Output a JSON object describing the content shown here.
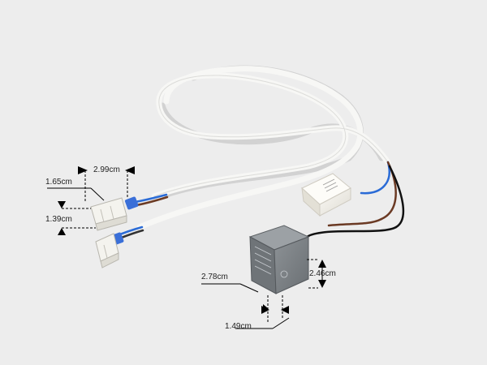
{
  "product": {
    "photo_subject": "wiring-harness-with-connectors-and-modules",
    "background_color": "#ededed",
    "cable_color": "#f7f7f5",
    "module_large_color": "#7a7f83",
    "module_small_color": "#f2f0ea"
  },
  "dimensions": {
    "connector_length": "2.99cm",
    "connector_width": "1.65cm",
    "connector_height": "1.39cm",
    "module_width": "2.78cm",
    "module_height": "2.46cm",
    "module_depth": "1.49cm"
  }
}
